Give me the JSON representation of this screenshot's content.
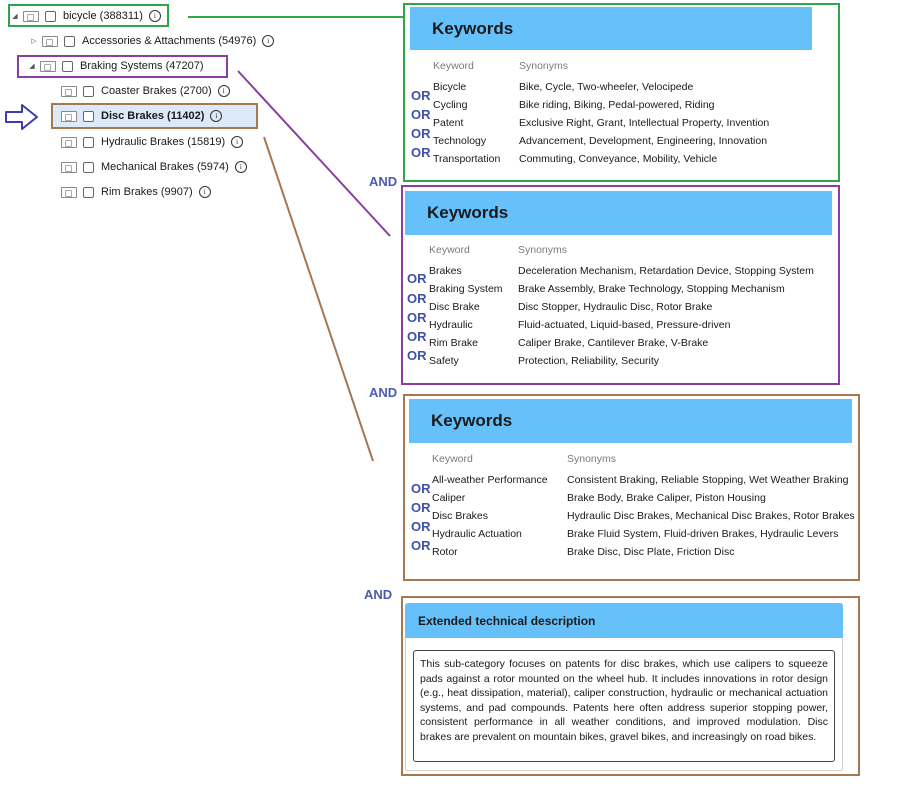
{
  "tree": {
    "root": {
      "label": "bicycle (388311)"
    },
    "items": [
      {
        "label": "Accessories & Attachments (54976)"
      },
      {
        "label": "Braking Systems (47207)"
      },
      {
        "label": "Coaster Brakes (2700)"
      },
      {
        "label": "Disc Brakes (11402)"
      },
      {
        "label": "Hydraulic Brakes (15819)"
      },
      {
        "label": "Mechanical Brakes (5974)"
      },
      {
        "label": "Rim Brakes (9907)"
      }
    ],
    "expand_icon": "triangle-right-icon",
    "collapse_icon": "triangle-down-icon",
    "info_glyph": "i"
  },
  "colors": {
    "green": "#2ea64a",
    "purple": "#8a3fa0",
    "brown": "#a77750",
    "header_blue": "#66c1fb",
    "operator": "#3d52a8"
  },
  "operators": {
    "or": "OR",
    "and": "AND"
  },
  "panels": {
    "bicycle": {
      "title": "Keywords",
      "col_keyword": "Keyword",
      "col_synonyms": "Synonyms",
      "rows": [
        {
          "keyword": "Bicycle",
          "synonyms": "Bike, Cycle, Two-wheeler, Velocipede"
        },
        {
          "keyword": "Cycling",
          "synonyms": "Bike riding, Biking, Pedal-powered, Riding"
        },
        {
          "keyword": "Patent",
          "synonyms": "Exclusive Right, Grant, Intellectual Property, Invention"
        },
        {
          "keyword": "Technology",
          "synonyms": "Advancement, Development, Engineering, Innovation"
        },
        {
          "keyword": "Transportation",
          "synonyms": "Commuting, Conveyance, Mobility, Vehicle"
        }
      ]
    },
    "braking": {
      "title": "Keywords",
      "col_keyword": "Keyword",
      "col_synonyms": "Synonyms",
      "rows": [
        {
          "keyword": "Brakes",
          "synonyms": "Deceleration Mechanism, Retardation Device, Stopping System"
        },
        {
          "keyword": "Braking System",
          "synonyms": "Brake Assembly, Brake Technology, Stopping Mechanism"
        },
        {
          "keyword": "Disc Brake",
          "synonyms": "Disc Stopper, Hydraulic Disc, Rotor Brake"
        },
        {
          "keyword": "Hydraulic",
          "synonyms": "Fluid-actuated, Liquid-based, Pressure-driven"
        },
        {
          "keyword": "Rim Brake",
          "synonyms": "Caliper Brake, Cantilever Brake, V-Brake"
        },
        {
          "keyword": "Safety",
          "synonyms": "Protection, Reliability, Security"
        }
      ]
    },
    "disc": {
      "title": "Keywords",
      "col_keyword": "Keyword",
      "col_synonyms": "Synonyms",
      "rows": [
        {
          "keyword": "All-weather Performance",
          "synonyms": "Consistent Braking, Reliable Stopping, Wet Weather Braking"
        },
        {
          "keyword": "Caliper",
          "synonyms": "Brake Body, Brake Caliper, Piston Housing"
        },
        {
          "keyword": "Disc Brakes",
          "synonyms": "Hydraulic Disc Brakes, Mechanical Disc Brakes, Rotor Brakes"
        },
        {
          "keyword": "Hydraulic Actuation",
          "synonyms": "Brake Fluid System, Fluid-driven Brakes, Hydraulic Levers"
        },
        {
          "keyword": "Rotor",
          "synonyms": "Brake Disc, Disc Plate, Friction Disc"
        }
      ]
    },
    "description": {
      "title": "Extended technical description",
      "text": "This sub-category focuses on patents for disc brakes, which use calipers to squeeze pads against a rotor mounted on the wheel hub. It includes innovations in rotor design (e.g., heat dissipation, material), caliper construction, hydraulic or mechanical actuation systems, and pad compounds. Patents here often address superior stopping power, consistent performance in all weather conditions, and improved modulation. Disc brakes are prevalent on mountain bikes, gravel bikes, and increasingly on road bikes."
    }
  }
}
